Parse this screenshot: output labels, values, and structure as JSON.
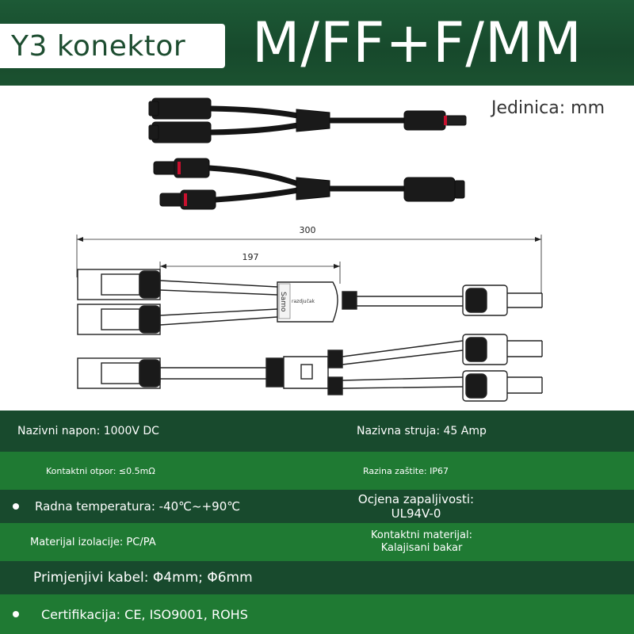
{
  "header": {
    "label": "Y3 konektor",
    "model": "M/FF+F/MM"
  },
  "product": {
    "unit_label": "Jedinica: mm",
    "dimensions": {
      "overall": "300",
      "inner": "197"
    },
    "drawing_text": {
      "brand": "Samo",
      "part": "razdjučak"
    }
  },
  "specs": [
    {
      "left": "Nazivni napon: 1000V DC",
      "right": "Nazivna struja: 45 Amp"
    },
    {
      "left": "Kontaktni otpor: ≤0.5mΩ",
      "right": "Razina zaštite: IP67"
    },
    {
      "left": "Radna temperatura: -40℃~+90℃",
      "right_line1": "Ocjena zapaljivosti:",
      "right_line2": "UL94V-0"
    },
    {
      "left": "Materijal izolacije: PC/PA",
      "right_line1": "Kontaktni materijal:",
      "right_line2": "Kalajisani bakar"
    },
    {
      "left": "Primjenjivi kabel: Φ4mm; Φ6mm"
    },
    {
      "left": "Certifikacija: CE, ISO9001, ROHS"
    }
  ],
  "colors": {
    "header_bg": "#17492c",
    "row_dark": "#184a2d",
    "row_green": "#1f7a33",
    "label_text": "#1d4d30"
  }
}
